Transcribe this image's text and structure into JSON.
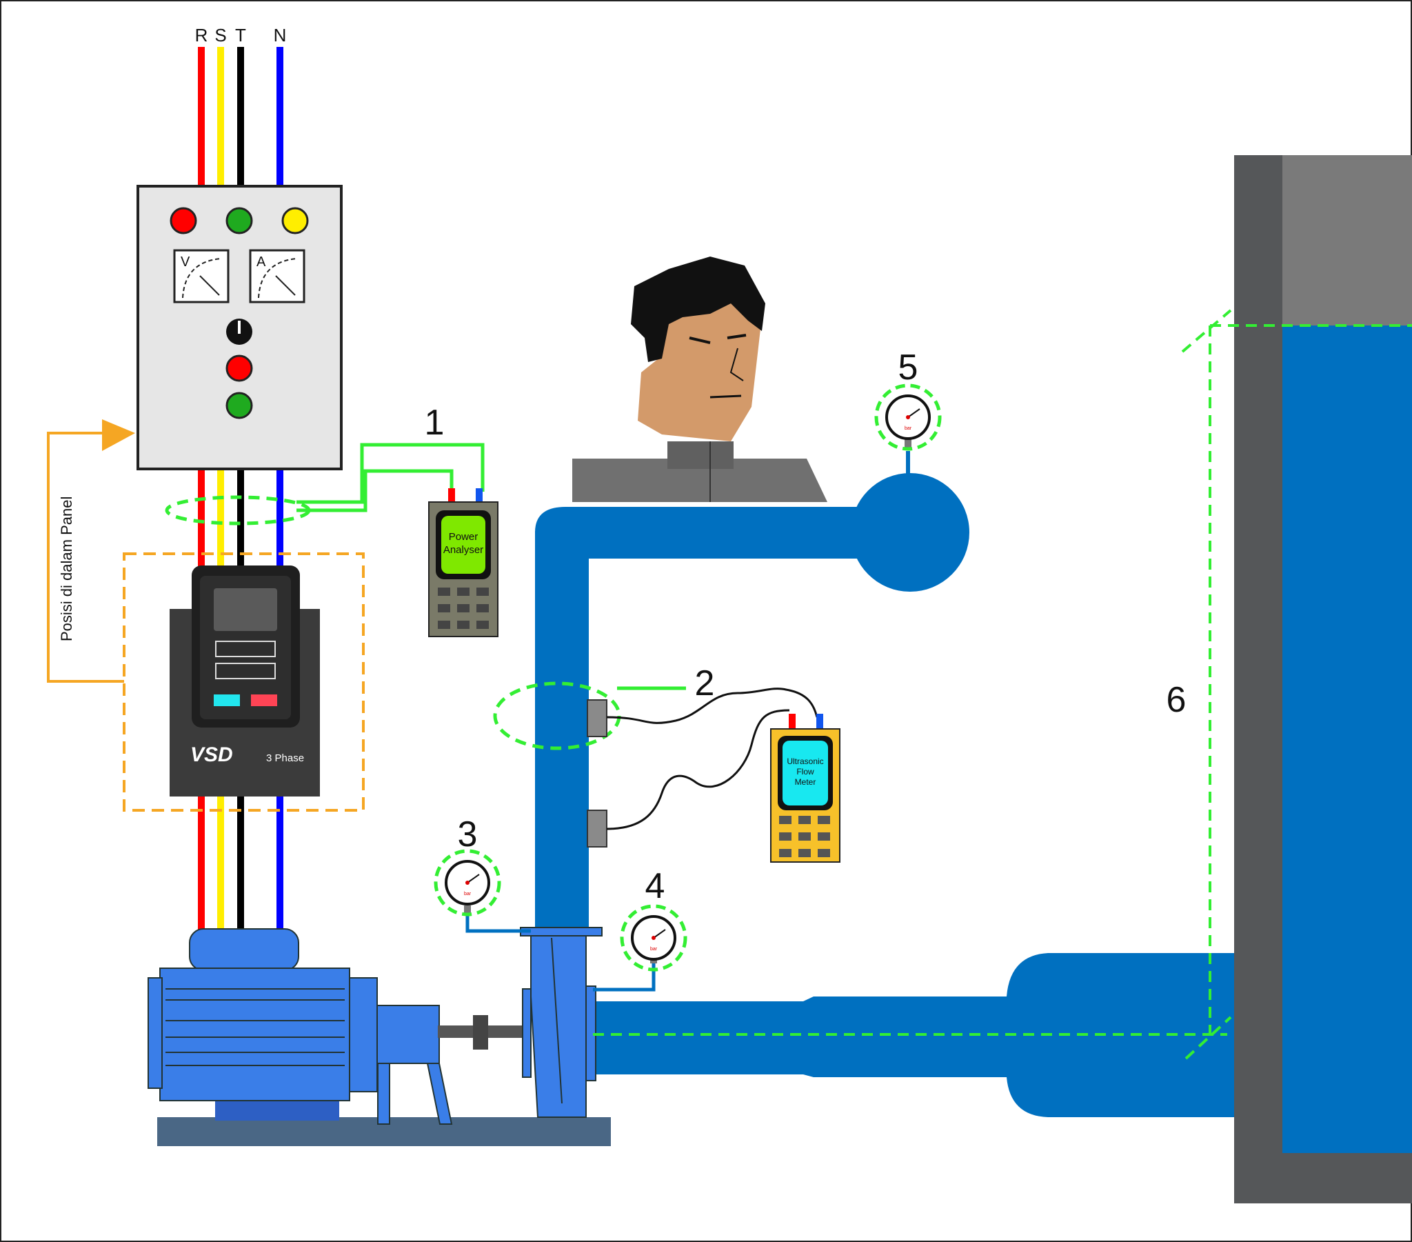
{
  "phases": [
    "R",
    "S",
    "T",
    "N"
  ],
  "panel": {
    "voltmeter_label": "V",
    "ammeter_label": "A",
    "note": "Posisi di dalam Panel"
  },
  "vsd": {
    "label": "VSD",
    "phase": "3 Phase"
  },
  "power_analyser": {
    "line1": "Power",
    "line2": "Analyser"
  },
  "flow_meter": {
    "line1": "Ultrasonic",
    "line2": "Flow",
    "line3": "Meter"
  },
  "gauge_unit": "bar",
  "callouts": [
    "1",
    "2",
    "3",
    "4",
    "5",
    "6"
  ],
  "colors": {
    "phase_r": "#ff0000",
    "phase_s": "#ffee00",
    "phase_t": "#000000",
    "neutral": "#0000ff",
    "pipe": "#0070c0",
    "motor": "#3a7ee8",
    "highlight_green": "#33ee33",
    "panel_box_orange": "#f5a623"
  }
}
